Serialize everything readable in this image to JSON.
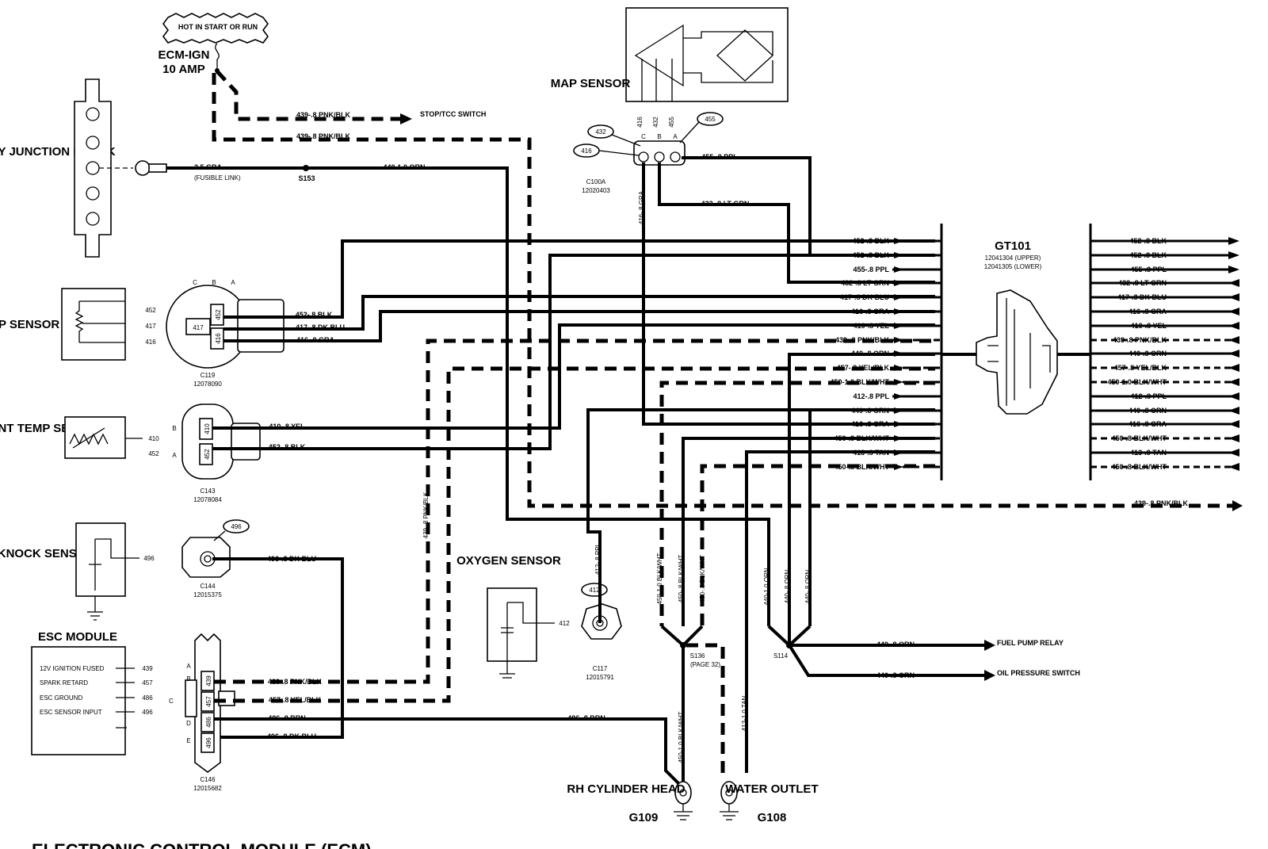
{
  "fuse": {
    "tag": "HOT IN START OR RUN",
    "name": "ECM-IGN",
    "rating": "10 AMP"
  },
  "components": {
    "battery_junction_block": "BATTERY JUNCTION BLOCK",
    "tp_sensor": "TP SENSOR",
    "coolant_temp_sensor": "COOLANT TEMP SENSOR",
    "knock_sensor": "KNOCK SENSOR",
    "esc_module": "ESC MODULE",
    "map_sensor": "MAP SENSOR",
    "oxygen_sensor": "OXYGEN SENSOR",
    "rh_cylinder_head": "RH CYLINDER HEAD",
    "rh_ground_id": "G109",
    "water_outlet": "WATER OUTLET",
    "water_ground_id": "G108"
  },
  "esc_pins": [
    "12V IGNITION FUSED",
    "SPARK RETARD",
    "ESC GROUND",
    "ESC SENSOR INPUT"
  ],
  "esc_pin_numbers": [
    "439",
    "457",
    "486",
    "496"
  ],
  "connectors": {
    "c119": "C119",
    "c119_part": "12078090",
    "c143": "C143",
    "c143_part": "12078084",
    "c144": "C144",
    "c144_part": "12015375",
    "c146": "C146",
    "c146_part": "12015682",
    "c100a": "C100A",
    "c100a_part": "12020403",
    "c117": "C117",
    "c117_part": "12015791",
    "gt101": "GT101",
    "gt101_upper": "12041304 (UPPER)",
    "gt101_lower": "12041305 (LOWER)"
  },
  "splices": {
    "s153": "S153",
    "s136": "S136",
    "s136_note": "(PAGE 32)",
    "s114": "S114"
  },
  "destinations": {
    "stop_tcc": "STOP/TCC SWITCH",
    "fuel_pump": "FUEL PUMP RELAY",
    "oil_pressure": "OIL PRESSURE SWITCH"
  },
  "wires": {
    "w439_stop": "439-.8 PNK/BLK",
    "w439_main": "439-.8 PNK/BLK",
    "w2_5": "2.5 GRA",
    "fusible": "(FUSIBLE LINK)",
    "w440_10": "440-1.0 ORN",
    "w455_map": "455-.8 PPL",
    "w432_map": "432-.8 LT GRN",
    "w416_map": "416-.8 GRA",
    "tp_452": "452-.8 BLK",
    "tp_417": "417-.8 DK BLU",
    "tp_416": "416-.8 GRA",
    "ct_410": "410-.8 YEL",
    "ct_452": "452-.8 BLK",
    "ks_496": "496-.8 DK BLU",
    "esc_439": "439-.8 PNK/BLK",
    "esc_457": "457-.8 YEL/BLK",
    "esc_486": "486-.8 BRN",
    "esc_496": "496-.8 DK BLU",
    "brn_486": "486-.8 BRN",
    "o2_412": "412-.8 PPL",
    "vert_439": "439-.8 PNK/BLK",
    "right_439": "439-.8 PNK/BLK",
    "w450_10a": "450-1.0 BLK/WHT",
    "w450_8a": "450-.8 BLK/WHT",
    "w450_8b": "450-.8 BLK/WHT",
    "w450_10b": "450-1.0 BLK/WHT",
    "w413_10": "413-1.0 TAN",
    "w440_10v": "440-1.0 ORN",
    "w440_8v1": "440-.8 ORN",
    "w440_8v2": "440-.8 ORN",
    "fp_440": "440-.8 ORN",
    "op_440": "440-.8 ORN"
  },
  "harness_left": [
    "452-.8 BLK",
    "452-.8 BLK",
    "455-.8 PPL",
    "432-.8 LT GRN",
    "417-.8 DK BLU",
    "416-.8 GRA",
    "410-.8 YEL",
    "439-.8 PNK/BLK",
    "440-.8 ORN",
    "457-.8 YEL/BLK",
    "450-1.0 BLK/WHT",
    "412-.8 PPL",
    "440-.8 ORN",
    "416-.8 GRA",
    "450-.8 BLK/WHT",
    "413-.8 TAN",
    "450-.8 BLK/WHT"
  ],
  "harness_right": [
    "452-.8 BLK",
    "452-.8 BLK",
    "455-.8 PPL",
    "432-.8 LT GRN",
    "417-.8 DK BLU",
    "416-.8 GRA",
    "410-.8 YEL",
    "439-.8 PNK/BLK",
    "440-.8 ORN",
    "457-.8 YEL/BLK",
    "450-1.0 BLK/WHT",
    "412-.8 PPL",
    "440-.8 ORN",
    "416-.8 GRA",
    "450-.8 BLK/WHT",
    "413-.8 TAN",
    "450-.8 BLK/WHT"
  ],
  "pin_labels": {
    "tp": [
      "452",
      "417",
      "416"
    ],
    "ct": [
      "410",
      "452"
    ],
    "ks": "496",
    "o2": "412",
    "map_pins": [
      "416",
      "432",
      "455"
    ],
    "map_letters": [
      "C",
      "B",
      "A"
    ],
    "map_callouts": [
      "432",
      "455",
      "416"
    ],
    "c119_cav": [
      "417",
      "452",
      "416"
    ],
    "c119_letters": [
      "C",
      "B",
      "A"
    ],
    "c143_cav": [
      "410",
      "452"
    ],
    "c143_letters": [
      "B",
      "A"
    ],
    "c144_cav": "496",
    "c117_cav": "412",
    "c146_cav": [
      "439",
      "457",
      "486",
      "496"
    ],
    "c146_letters": [
      "A",
      "B",
      "C",
      "D",
      "E"
    ]
  },
  "footer_title": "ELECTRONIC CONTROL MODULE (ECM)"
}
